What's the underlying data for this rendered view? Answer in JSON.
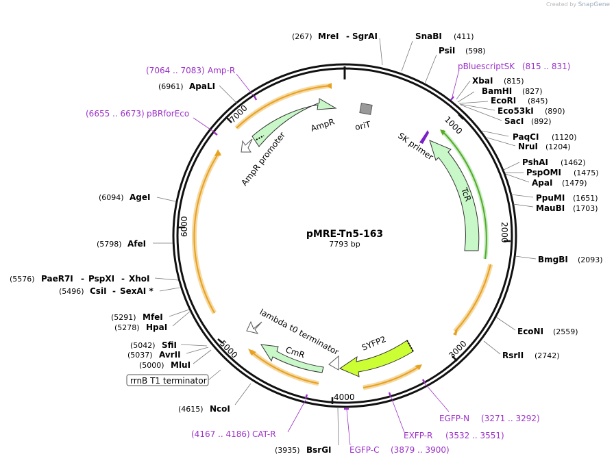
{
  "watermark": {
    "created_by": "Created by",
    "brand": "SnapGene"
  },
  "plasmid": {
    "name": "pMRE-Tn5-163",
    "length_label": "7793 bp"
  },
  "ticks": [
    "1000",
    "2000",
    "3000",
    "4000",
    "5000",
    "6000",
    "7000"
  ],
  "sites": [
    {
      "name": "MreI",
      "extra": "SgrAI",
      "pos": "(267)",
      "side": "left"
    },
    {
      "name": "SnaBI",
      "pos": "(411)",
      "side": "right"
    },
    {
      "name": "PsiI",
      "pos": "(598)",
      "side": "right"
    },
    {
      "name": "XbaI",
      "pos": "(815)",
      "side": "right"
    },
    {
      "name": "BamHI",
      "pos": "(827)",
      "side": "right"
    },
    {
      "name": "EcoRI",
      "pos": "(845)",
      "side": "right"
    },
    {
      "name": "Eco53kI",
      "pos": "(890)",
      "side": "right"
    },
    {
      "name": "SacI",
      "pos": "(892)",
      "side": "right"
    },
    {
      "name": "PaqCI",
      "pos": "(1120)",
      "side": "right"
    },
    {
      "name": "NruI",
      "pos": "(1204)",
      "side": "right"
    },
    {
      "name": "PshAI",
      "pos": "(1462)",
      "side": "right"
    },
    {
      "name": "PspOMI",
      "pos": "(1475)",
      "side": "right"
    },
    {
      "name": "ApaI",
      "pos": "(1479)",
      "side": "right"
    },
    {
      "name": "PpuMI",
      "pos": "(1651)",
      "side": "right"
    },
    {
      "name": "MauBI",
      "pos": "(1703)",
      "side": "right"
    },
    {
      "name": "BmgBI",
      "pos": "(2093)",
      "side": "right"
    },
    {
      "name": "EcoNI",
      "pos": "(2559)",
      "side": "right"
    },
    {
      "name": "RsrII",
      "pos": "(2742)",
      "side": "right"
    },
    {
      "name": "BsrGI",
      "pos": "(3935)",
      "side": "left"
    },
    {
      "name": "NcoI",
      "pos": "(4615)",
      "side": "left"
    },
    {
      "name": "MluI",
      "pos": "(5000)",
      "side": "left"
    },
    {
      "name": "AvrII",
      "pos": "(5037)",
      "side": "left"
    },
    {
      "name": "SfiI",
      "pos": "(5042)",
      "side": "left"
    },
    {
      "name": "HpaI",
      "pos": "(5278)",
      "side": "left"
    },
    {
      "name": "MfeI",
      "pos": "(5291)",
      "side": "left"
    },
    {
      "name": "CsiI",
      "extra": "SexAI *",
      "pos": "(5496)",
      "side": "left"
    },
    {
      "name": "PaeR7I",
      "extra": "PspXI",
      "extra2": "XhoI",
      "pos": "(5576)",
      "side": "left"
    },
    {
      "name": "AfeI",
      "pos": "(5798)",
      "side": "left"
    },
    {
      "name": "AgeI",
      "pos": "(6094)",
      "side": "left"
    },
    {
      "name": "ApaLI",
      "pos": "(6961)",
      "side": "left"
    }
  ],
  "primers": [
    {
      "name": "pBluescriptSK",
      "range": "(815 .. 831)"
    },
    {
      "name": "EGFP-N",
      "range": "(3271 .. 3292)"
    },
    {
      "name": "EXFP-R",
      "range": "(3532 .. 3551)"
    },
    {
      "name": "EGFP-C",
      "range": "(3879 .. 3900)"
    },
    {
      "name": "CAT-R",
      "range": "(4167 .. 4186)"
    },
    {
      "name": "pBRforEco",
      "range": "(6655 .. 6673)"
    },
    {
      "name": "Amp-R",
      "range": "(7064 .. 7083)"
    }
  ],
  "features": {
    "sk_primer": "SK primer",
    "tcr": "TcR",
    "syfp2": "SYFP2",
    "cmr": "CmR",
    "lambda_t0": "lambda t0 terminator",
    "rrnb_t1": "rrnB T1 terminator",
    "ampr": "AmpR",
    "ampr_promoter": "AmpR promoter",
    "orit": "oriT"
  },
  "colors": {
    "backbone": "#111111",
    "orf_line": "#e8a020",
    "orf_glow": "#f5d9a0",
    "feature_fill": "#c8f7c8",
    "syfp2_fill": "#ccff33",
    "primer": "#9b30c8",
    "tcr_line": "#55aa22"
  }
}
